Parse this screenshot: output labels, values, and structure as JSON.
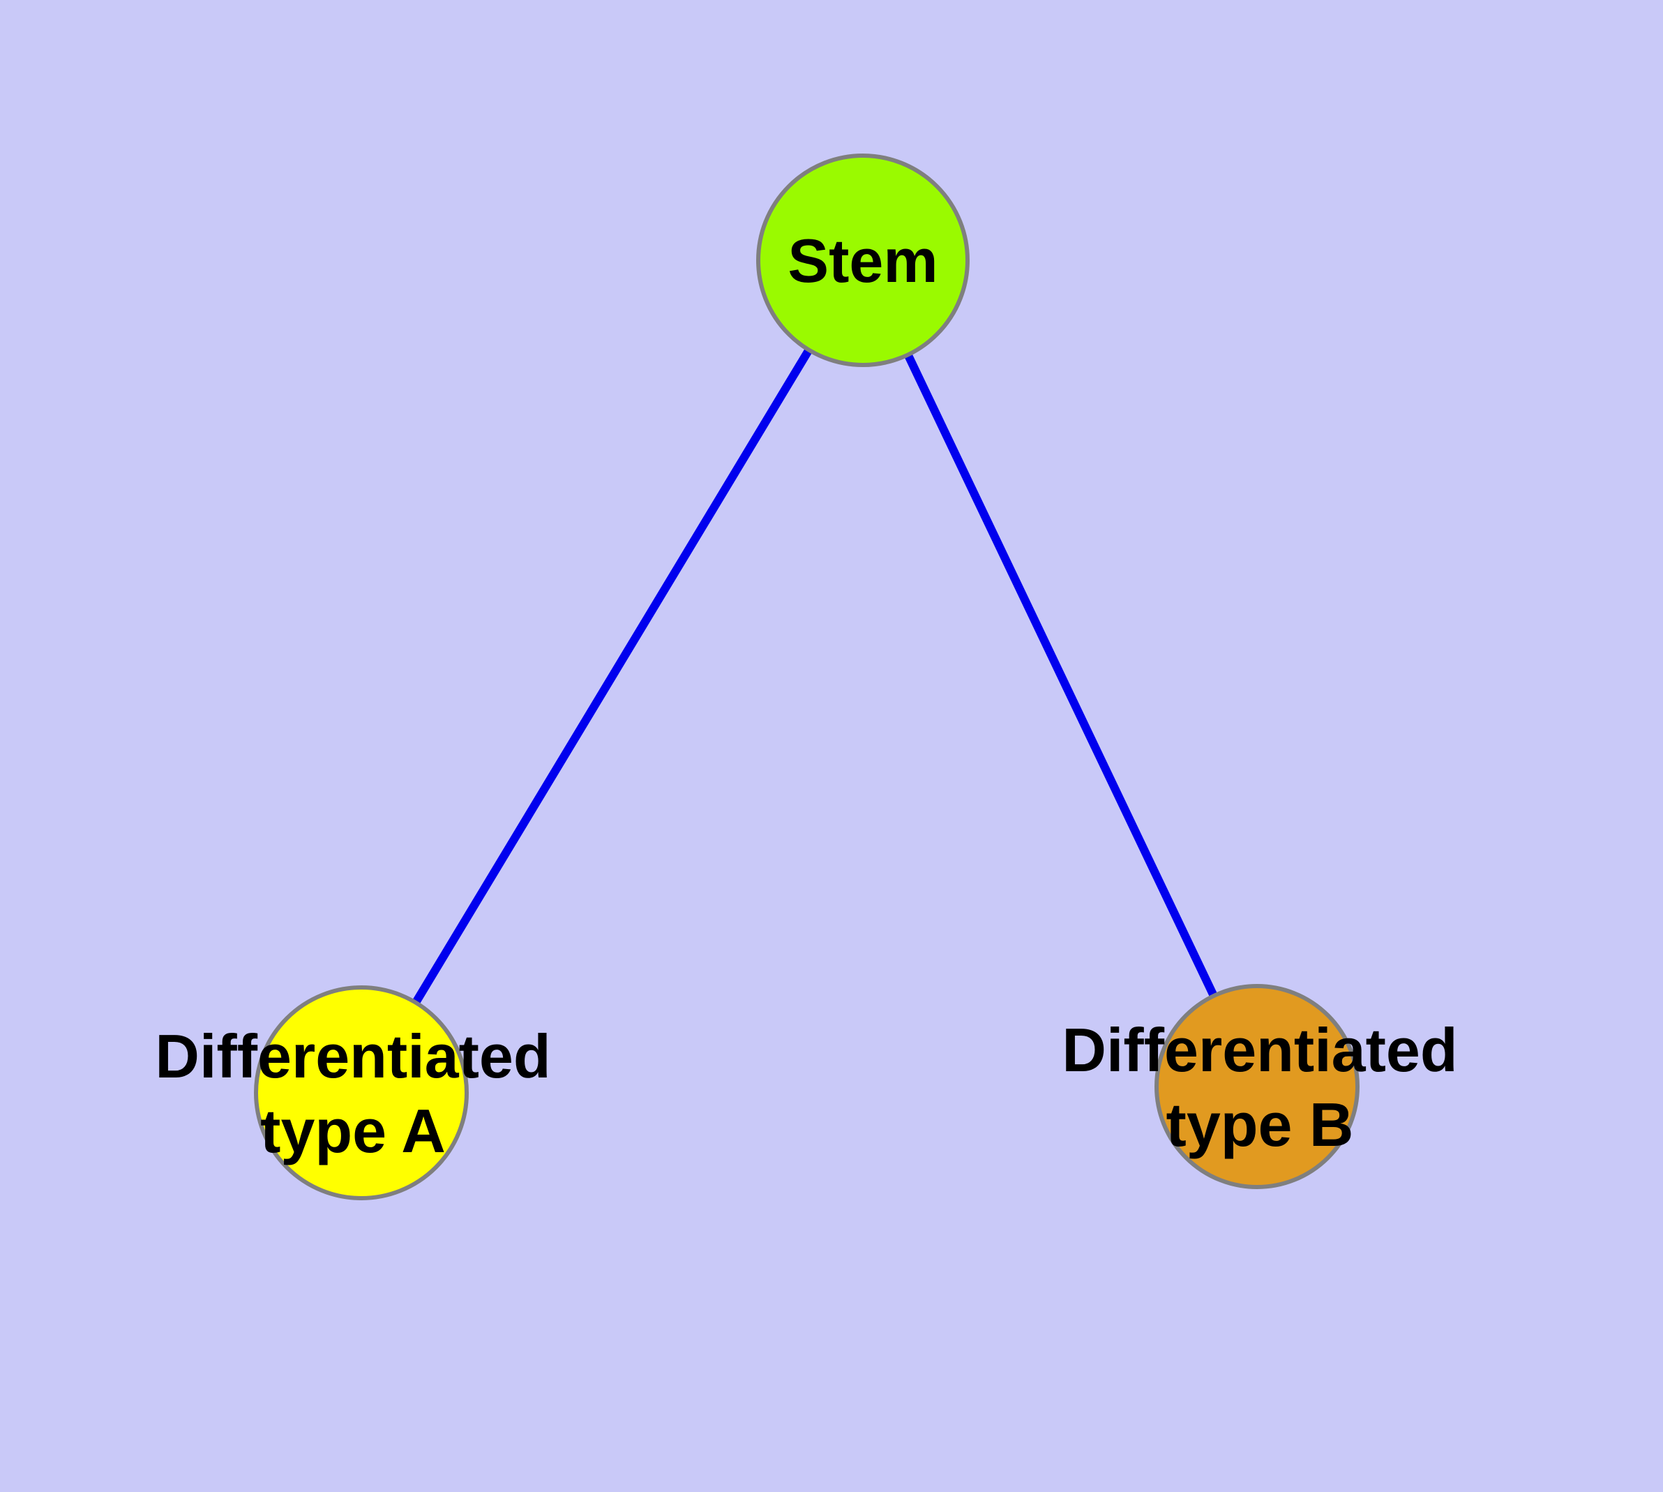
{
  "diagram": {
    "title": "Stem cell differentiation graph",
    "background_color": "#C9C9F8",
    "edge_color": "#0000EE",
    "node_border_color": "#7F7F7F",
    "text_color": "#000000",
    "nodes": [
      {
        "id": "stem",
        "label": "Stem",
        "fill": "#9AFA00"
      },
      {
        "id": "differentiated-type-a",
        "label_line1": "Differentiated",
        "label_line2": "type A",
        "fill": "#FFFF00"
      },
      {
        "id": "differentiated-type-b",
        "label_line1": "Differentiated",
        "label_line2": "type B",
        "fill": "#E19A20"
      }
    ],
    "edges": [
      {
        "from": "Stem",
        "to": "Differentiated type A"
      },
      {
        "from": "Stem",
        "to": "Differentiated type B"
      }
    ]
  }
}
